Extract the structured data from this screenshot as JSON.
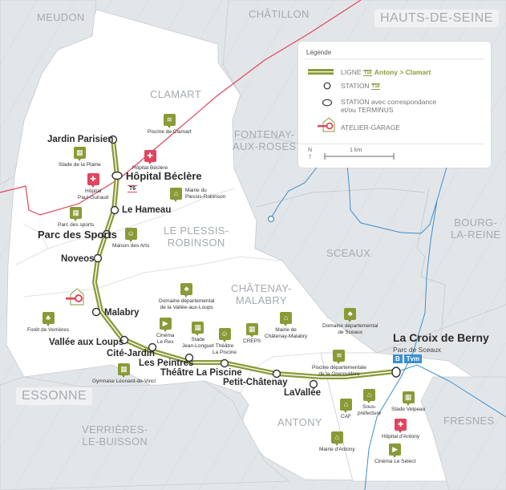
{
  "map": {
    "departments": [
      "HAUTS-DE-SEINE",
      "ESSONNE"
    ],
    "communes": [
      "MEUDON",
      "CHÂTILLON",
      "CLAMART",
      "FONTENAY-\nAUX-ROSES",
      "LE PLESSIS-\nROBINSON",
      "BOURG-\nLA-REINE",
      "SCEAUX",
      "CHÂTENAY-\nMALABRY",
      "ANTONY",
      "FRESNES",
      "VERRIÈRES-\nLE-BUISSON"
    ],
    "colors": {
      "line_t10": "#8a9a37",
      "line_t6": "#e0455e",
      "rer_b": "#3b8fd0",
      "outside_area": "#e3e6e9",
      "boundary": "#c9ccd0"
    }
  },
  "legend": {
    "title": "Légende",
    "line_prefix": "LIGNE",
    "line_badge": "T10",
    "line_name": "Antony > Clamart",
    "station_label": "STATION",
    "station_badge": "T10",
    "station_corr_line1": "STATION avec correspondance",
    "station_corr_line2": "et/ou TERMINUS",
    "atelier_label": "ATELIER-GARAGE",
    "north_label": "N",
    "scale_label": "1 km"
  },
  "stations": [
    {
      "name": "Jardin Parisien"
    },
    {
      "name": "Hôpital Béclère",
      "connection": "T6"
    },
    {
      "name": "Le Hameau"
    },
    {
      "name": "Parc des Sports"
    },
    {
      "name": "Noveos"
    },
    {
      "name": "Malabry"
    },
    {
      "name": "Vallée aux Loups"
    },
    {
      "name": "Cité-Jardin"
    },
    {
      "name": "Les Peintres"
    },
    {
      "name": "Théâtre La Piscine"
    },
    {
      "name": "Petit-Châtenay"
    },
    {
      "name": "LaVallée"
    },
    {
      "name": "La Croix de Berny",
      "subtitle": "Parc de Sceaux",
      "connections": [
        "B",
        "Tvm"
      ]
    }
  ],
  "pois": [
    {
      "name": "Piscine de Clamart",
      "icon": "pool-icon"
    },
    {
      "name": "Stade de la Plaine",
      "icon": "stadium-icon"
    },
    {
      "name": "Hôpital Béclère",
      "icon": "hospital-icon"
    },
    {
      "name": "Hôpital\nPaul-Guiraud",
      "icon": "hospital-icon"
    },
    {
      "name": "Mairie du\nPlessis-Robinson",
      "icon": "town-hall-icon"
    },
    {
      "name": "Parc des sports",
      "icon": "stadium-icon"
    },
    {
      "name": "Maison des Arts",
      "icon": "theatre-icon"
    },
    {
      "name": "Forêt de Verrières",
      "icon": "park-icon"
    },
    {
      "name": "Domaine départemental\nde la Vallée-aux-Loups",
      "icon": "park-icon"
    },
    {
      "name": "Cinéma\nLe Rex",
      "icon": "cinema-icon"
    },
    {
      "name": "Stade\nJean-Longuet",
      "icon": "stadium-icon"
    },
    {
      "name": "Théâtre\nLa Piscine",
      "icon": "theatre-icon"
    },
    {
      "name": "CREPS",
      "icon": "stadium-icon"
    },
    {
      "name": "Mairie de\nChâtenay-Malabry",
      "icon": "town-hall-icon"
    },
    {
      "name": "Gymnase Léonard-de-Vinci",
      "icon": "stadium-icon"
    },
    {
      "name": "Domaine départemental\nde Sceaux",
      "icon": "park-icon"
    },
    {
      "name": "Piscine départementale\nde la Grenouillère",
      "icon": "pool-icon"
    },
    {
      "name": "CAF",
      "icon": "town-hall-icon"
    },
    {
      "name": "Sous-\npréfecture",
      "icon": "town-hall-icon"
    },
    {
      "name": "Stade Velpeau",
      "icon": "stadium-icon"
    },
    {
      "name": "Hôpital d'Antony",
      "icon": "hospital-icon"
    },
    {
      "name": "Mairie d'Antony",
      "icon": "town-hall-icon"
    },
    {
      "name": "Cinéma Le Sélect",
      "icon": "cinema-icon"
    }
  ]
}
